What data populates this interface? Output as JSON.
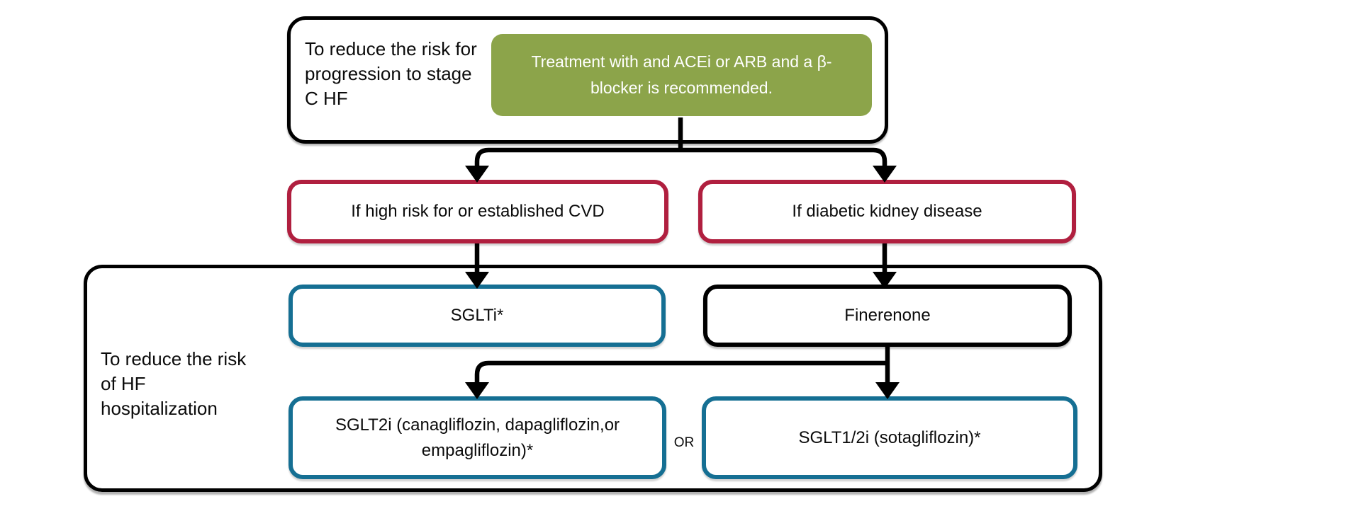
{
  "diagram": {
    "top_section": {
      "label": "To reduce the risk for progression to stage C HF",
      "recommendation": "Treatment with and ACEi or ARB and a β-blocker is recommended."
    },
    "conditions": [
      {
        "label": "If high risk for or established CVD"
      },
      {
        "label": "If diabetic kidney disease"
      }
    ],
    "hosp_section": {
      "label": "To reduce the risk of HF hospitalization",
      "first_line": [
        {
          "label": "SGLTi*"
        },
        {
          "label": "Finerenone"
        }
      ],
      "or_label": "OR",
      "second_line": [
        {
          "label": "SGLT2i (canagliflozin, dapagliflozin,or empagliflozin)*"
        },
        {
          "label": "SGLT1/2i (sotagliflozin)*"
        }
      ]
    },
    "colors": {
      "green": "#8CA44A",
      "red": "#B01F3F",
      "teal": "#156F93",
      "black": "#000000"
    }
  }
}
